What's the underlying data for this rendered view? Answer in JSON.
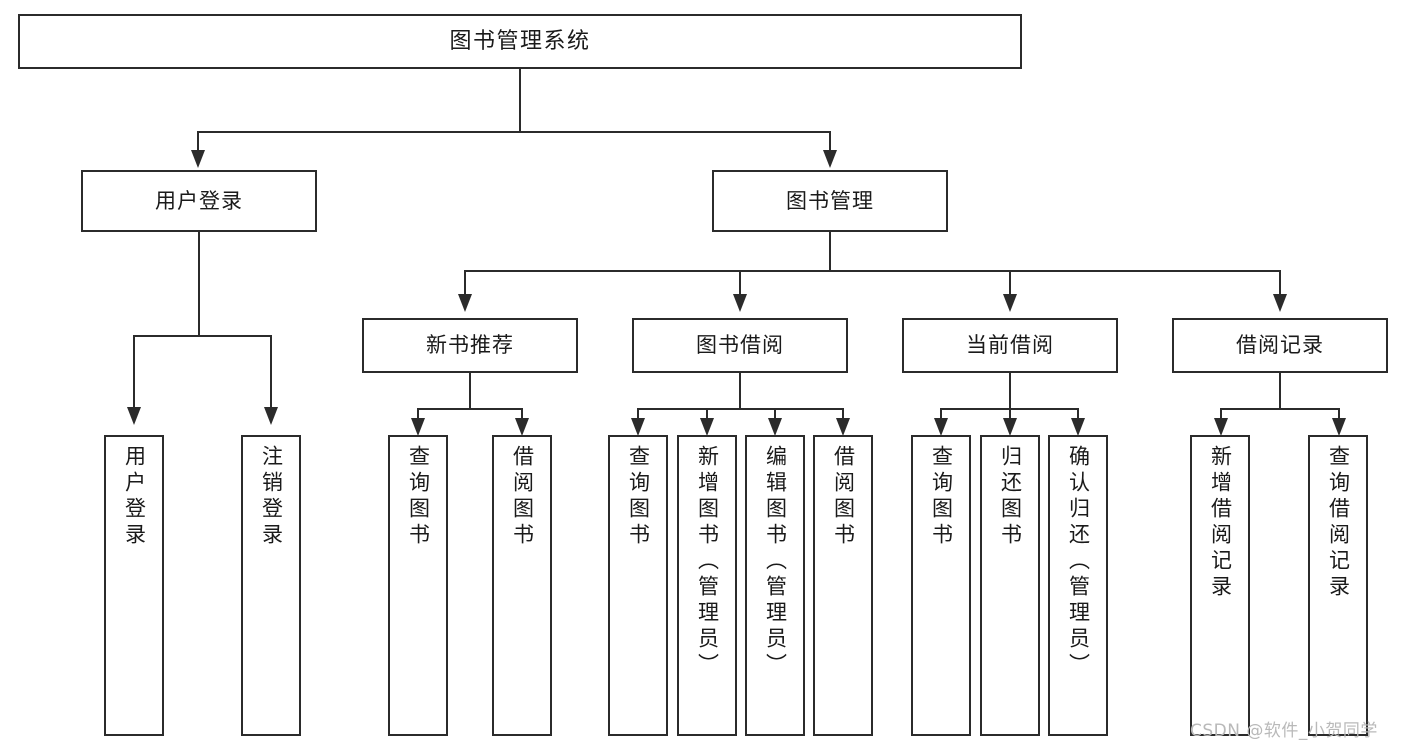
{
  "diagram": {
    "title": "图书管理系统",
    "type": "tree-hierarchy",
    "watermark": "CSDN @软件_小贺同学",
    "colors": {
      "stroke": "#2b2b2b",
      "fill": "#ffffff",
      "text": "#1a1a1a",
      "watermark": "#b9b9b9"
    },
    "root": {
      "label": "图书管理系统"
    },
    "level2": [
      {
        "label": "用户登录"
      },
      {
        "label": "图书管理"
      }
    ],
    "level3": [
      {
        "label": "新书推荐"
      },
      {
        "label": "图书借阅"
      },
      {
        "label": "当前借阅"
      },
      {
        "label": "借阅记录"
      }
    ],
    "leaves": {
      "user_login": [
        {
          "label": "用户登录"
        },
        {
          "label": "注销登录"
        }
      ],
      "new_book_recommend": [
        {
          "label": "查询图书"
        },
        {
          "label": "借阅图书"
        }
      ],
      "book_borrow": [
        {
          "label": "查询图书"
        },
        {
          "label": "新增图书（管理员）"
        },
        {
          "label": "编辑图书（管理员）"
        },
        {
          "label": "借阅图书"
        }
      ],
      "current_borrow": [
        {
          "label": "查询图书"
        },
        {
          "label": "归还图书"
        },
        {
          "label": "确认归还（管理员）"
        }
      ],
      "borrow_record": [
        {
          "label": "新增借阅记录"
        },
        {
          "label": "查询借阅记录"
        }
      ]
    }
  }
}
